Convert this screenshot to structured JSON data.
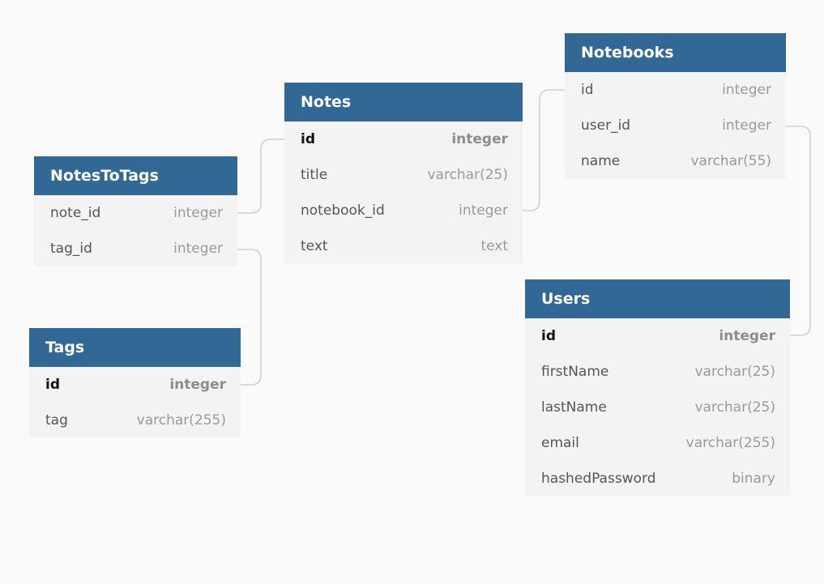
{
  "tables": {
    "notes": {
      "title": "Notes",
      "columns": [
        {
          "name": "id",
          "type": "integer",
          "pk": true
        },
        {
          "name": "title",
          "type": "varchar(25)"
        },
        {
          "name": "notebook_id",
          "type": "integer"
        },
        {
          "name": "text",
          "type": "text"
        }
      ]
    },
    "notebooks": {
      "title": "Notebooks",
      "columns": [
        {
          "name": "id",
          "type": "integer"
        },
        {
          "name": "user_id",
          "type": "integer"
        },
        {
          "name": "name",
          "type": "varchar(55)"
        }
      ]
    },
    "notes_to_tags": {
      "title": "NotesToTags",
      "columns": [
        {
          "name": "note_id",
          "type": "integer"
        },
        {
          "name": "tag_id",
          "type": "integer"
        }
      ]
    },
    "tags": {
      "title": "Tags",
      "columns": [
        {
          "name": "id",
          "type": "integer",
          "pk": true
        },
        {
          "name": "tag",
          "type": "varchar(255)"
        }
      ]
    },
    "users": {
      "title": "Users",
      "columns": [
        {
          "name": "id",
          "type": "integer",
          "pk": true
        },
        {
          "name": "firstName",
          "type": "varchar(25)"
        },
        {
          "name": "lastName",
          "type": "varchar(25)"
        },
        {
          "name": "email",
          "type": "varchar(255)"
        },
        {
          "name": "hashedPassword",
          "type": "binary"
        }
      ]
    }
  },
  "colors": {
    "header_bg": "#316896",
    "header_text": "#ffffff",
    "table_bg": "#f3f3f3",
    "connector": "#cfcfcf",
    "canvas_bg": "#fafafa"
  }
}
